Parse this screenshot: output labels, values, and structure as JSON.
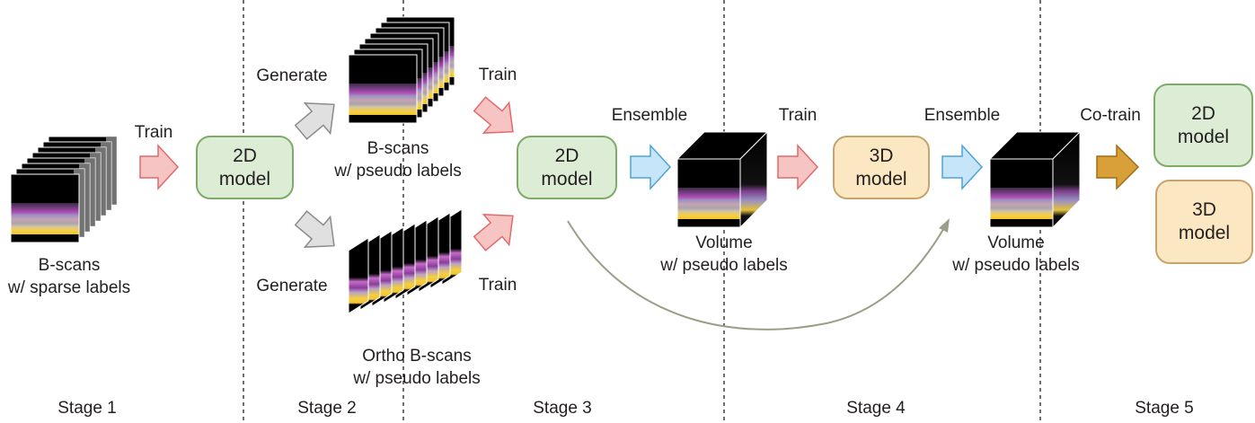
{
  "stages": [
    "Stage 1",
    "Stage 2",
    "Stage 3",
    "Stage 4",
    "Stage 5"
  ],
  "boxes": {
    "stage1_model": {
      "line1": "2D",
      "line2": "model"
    },
    "stage3_model": {
      "line1": "2D",
      "line2": "model"
    },
    "stage4_model": {
      "line1": "3D",
      "line2": "model"
    },
    "stage5_model_2d": {
      "line1": "2D",
      "line2": "model"
    },
    "stage5_model_3d": {
      "line1": "3D",
      "line2": "model"
    }
  },
  "labels": {
    "bscans_sparse": {
      "line1": "B-scans",
      "line2": "w/ sparse labels"
    },
    "bscans_pseudo": {
      "line1": "B-scans",
      "line2": "w/ pseudo labels"
    },
    "ortho_pseudo": {
      "line1": "Ortho B-scans",
      "line2": "w/ pseudo labels"
    },
    "volume1": {
      "line1": "Volume",
      "line2": "w/ pseudo labels"
    },
    "volume2": {
      "line1": "Volume",
      "line2": "w/ pseudo labels"
    }
  },
  "arrows": {
    "train1": "Train",
    "generate_top": "Generate",
    "generate_bottom": "Generate",
    "train_top": "Train",
    "train_bottom": "Train",
    "ensemble1": "Ensemble",
    "train3": "Train",
    "ensemble2": "Ensemble",
    "cotrain": "Co-train"
  },
  "colors": {
    "pink_arrow": "#f7c4c4",
    "gray_arrow": "#e0e0e0",
    "blue_arrow": "#c6e5f8",
    "gold_arrow": "#d9a03a",
    "green_box": "#dcecd5",
    "yellow_box": "#fbe8c2"
  }
}
